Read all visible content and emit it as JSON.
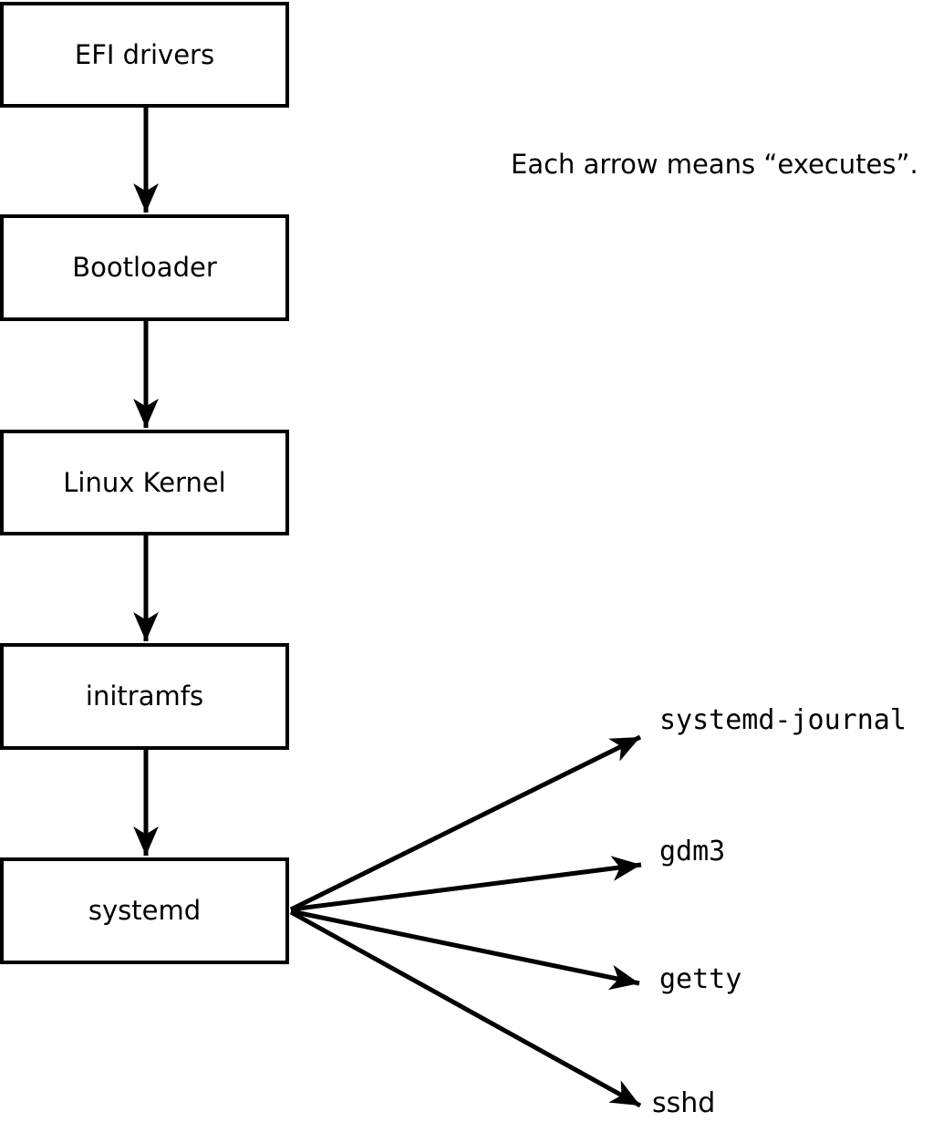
{
  "colors": {
    "ink": "#000000",
    "background": "#ffffff"
  },
  "note": {
    "text": "Each arrow means “executes”."
  },
  "chain": [
    {
      "label": "EFI drivers"
    },
    {
      "label": "Bootloader"
    },
    {
      "label": "Linux Kernel"
    },
    {
      "label": "initramfs"
    },
    {
      "label": "systemd"
    }
  ],
  "spawned": [
    {
      "label": "systemd-journal"
    },
    {
      "label": "gdm3"
    },
    {
      "label": "getty"
    },
    {
      "label": "sshd"
    }
  ]
}
